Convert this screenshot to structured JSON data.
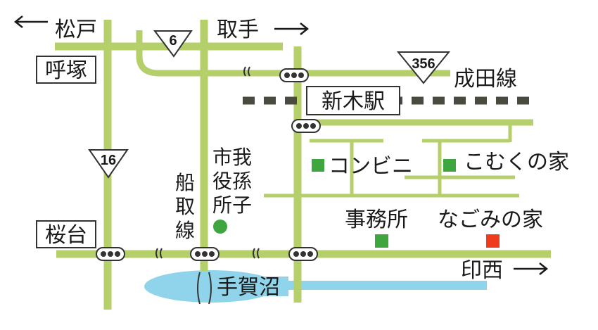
{
  "places": {
    "matsudo": "松戸",
    "toride": "取手",
    "yobitsuka": "呼塚",
    "sakuradai": "桜台",
    "narita_line": "成田線",
    "shinki_station": "新木駅",
    "convenience_store": "コンビニ",
    "komukunoie": "こむくの家",
    "office": "事務所",
    "nagominoie": "なごみの家",
    "inzai": "印西",
    "tegaonuma": "手賀沼"
  },
  "city_office": {
    "col1": "市我",
    "col2": "役孫",
    "col3": "所子"
  },
  "funatori_line": {
    "c1": "船",
    "c2": "取",
    "c3": "線"
  },
  "routes": {
    "r6": "6",
    "r16": "16",
    "r356": "356"
  },
  "colors": {
    "road": "#b5cf6b",
    "water": "#8fd4ea",
    "railway": "#4a4a3e",
    "convenience_marker": "#3fa63f",
    "komukunoie_marker": "#3fa63f",
    "office_marker": "#3fa63f",
    "nagominoie_marker": "#f03c1e",
    "city_office_marker": "#3fa63f"
  }
}
